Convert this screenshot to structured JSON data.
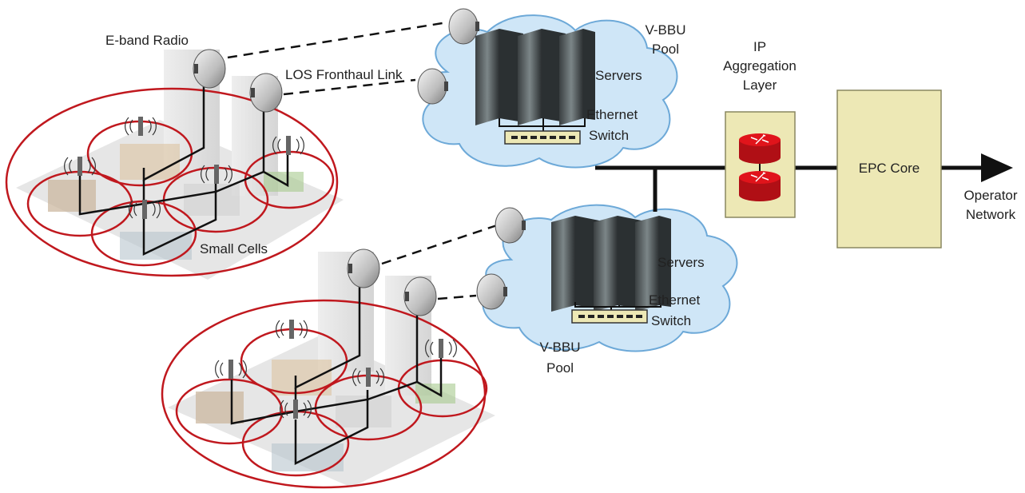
{
  "labels": {
    "eband_radio": "E-band Radio",
    "los_fronthaul": "LOS Fronthaul Link",
    "small_cells": "Small Cells",
    "vbbu_top": [
      "V-BBU",
      "Pool"
    ],
    "vbbu_bottom": [
      "V-BBU",
      "Pool"
    ],
    "servers": "Servers",
    "ethernet_switch": [
      "Ethernet",
      "Switch"
    ],
    "ip_aggregation": [
      "IP",
      "Aggregation",
      "Layer"
    ],
    "epc_core": "EPC Core",
    "operator_network": [
      "Operator",
      "Network"
    ]
  },
  "colors": {
    "cell_ring": "#c0181e",
    "cloud_fill": "#cfe6f7",
    "cloud_stroke": "#6da9d8",
    "box_fill": "#ede8b5",
    "box_stroke": "#8a8760",
    "router": "#e0141b",
    "link": "#111111"
  },
  "icons": [
    "e-band-radio-icon",
    "small-cell-antenna-icon",
    "server-rack-icon",
    "ethernet-switch-icon",
    "router-icon",
    "city-block-icon"
  ]
}
